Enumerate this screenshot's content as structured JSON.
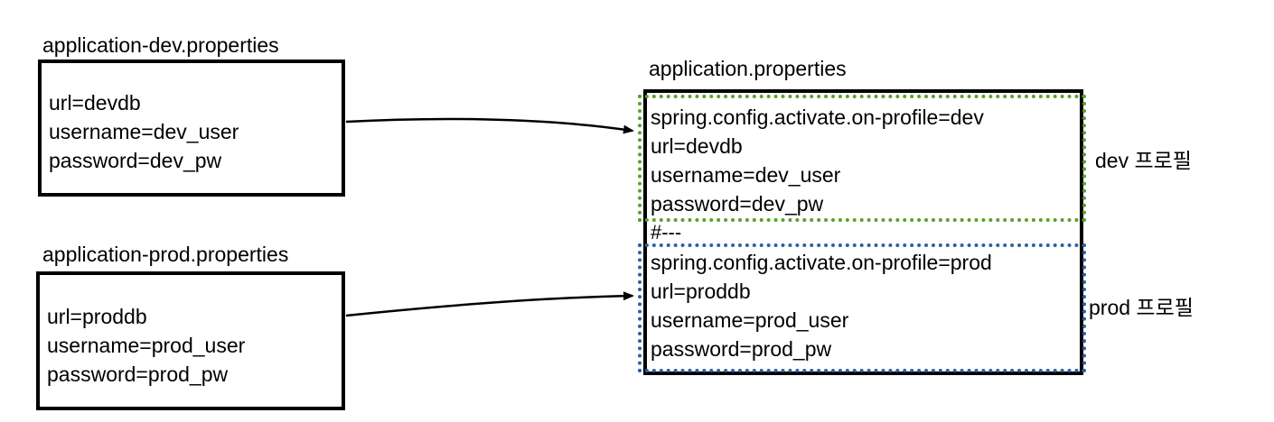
{
  "dev_file": {
    "title": "application-dev.properties",
    "lines": [
      "url=devdb",
      "username=dev_user",
      "password=dev_pw"
    ]
  },
  "prod_file": {
    "title": "application-prod.properties",
    "lines": [
      "url=proddb",
      "username=prod_user",
      "password=prod_pw"
    ]
  },
  "combined_file": {
    "title": "application.properties",
    "dev_lines": [
      "spring.config.activate.on-profile=dev",
      "url=devdb",
      "username=dev_user",
      "password=dev_pw"
    ],
    "separator": "#---",
    "prod_lines": [
      "spring.config.activate.on-profile=prod",
      "url=proddb",
      "username=prod_user",
      "password=prod_pw"
    ]
  },
  "profile_labels": {
    "dev": "dev 프로필",
    "prod": "prod 프로필"
  },
  "colors": {
    "dev_group_border": "#5aa02c",
    "prod_group_border": "#2f5fa6",
    "box_border": "#000000"
  }
}
